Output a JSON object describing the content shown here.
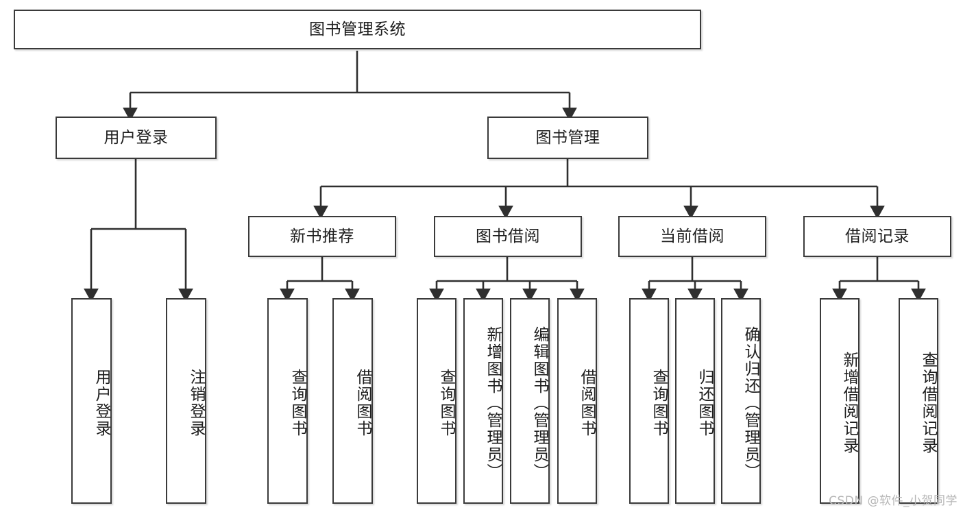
{
  "diagram": {
    "type": "tree-hierarchy",
    "title": "图书管理系统",
    "watermark": "CSDN @软件_小贺同学",
    "colors": {
      "box_border": "#3a3a3a",
      "box_fill": "#ffffff",
      "connector": "#2f2f2f",
      "text": "#1d1d1d",
      "watermark": "#b6b6b6"
    },
    "levels": {
      "root": {
        "label": "图书管理系统"
      },
      "level2": [
        {
          "label": "用户登录"
        },
        {
          "label": "图书管理"
        }
      ],
      "level3": [
        {
          "label": "新书推荐"
        },
        {
          "label": "图书借阅"
        },
        {
          "label": "当前借阅"
        },
        {
          "label": "借阅记录"
        }
      ],
      "leaves": {
        "user_login": [
          {
            "label": "用户登录"
          },
          {
            "label": "注销登录"
          }
        ],
        "new_book_rec": [
          {
            "label": "查询图书"
          },
          {
            "label": "借阅图书"
          }
        ],
        "book_borrow": [
          {
            "label": "查询图书"
          },
          {
            "label": "新增图书（管理员）"
          },
          {
            "label": "编辑图书（管理员）"
          },
          {
            "label": "借阅图书"
          }
        ],
        "current_borrow": [
          {
            "label": "查询图书"
          },
          {
            "label": "归还图书"
          },
          {
            "label": "确认归还（管理员）"
          }
        ],
        "borrow_record": [
          {
            "label": "新增借阅记录"
          },
          {
            "label": "查询借阅记录"
          }
        ]
      }
    }
  }
}
